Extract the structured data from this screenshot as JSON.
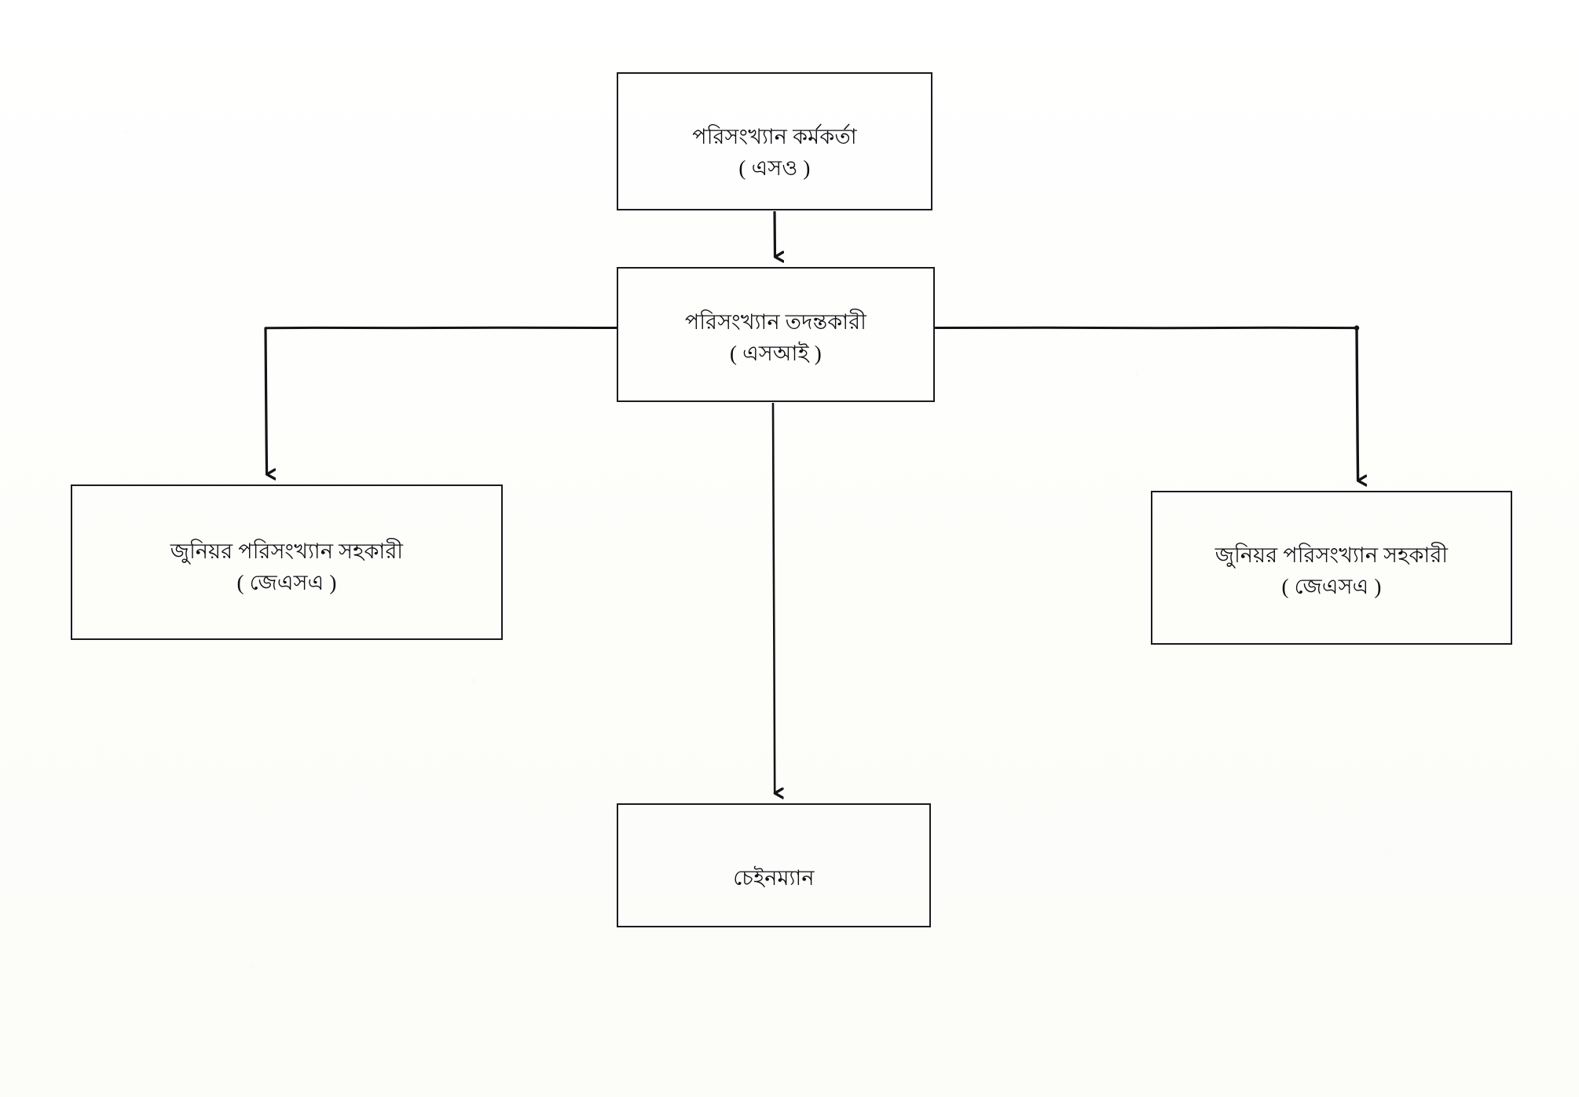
{
  "diagram": {
    "type": "organizational-chart",
    "title": "",
    "orientation": "top-down",
    "language": "Bengali",
    "line_color": "#1a1a1f",
    "background_color": "#fdfdfb",
    "nodes": [
      {
        "id": "so",
        "title": "পরিসংখ্যান কর্মকর্তা",
        "abbr": "( এসও )",
        "level": 0
      },
      {
        "id": "si",
        "title": "পরিসংখ্যান তদন্তকারী",
        "abbr": "( এসআই )",
        "level": 1
      },
      {
        "id": "jsa-left",
        "title": "জুনিয়র পরিসংখ্যান সহকারী",
        "abbr": "( জেএসএ )",
        "level": 2
      },
      {
        "id": "jsa-right",
        "title": "জুনিয়র পরিসংখ্যান সহকারী",
        "abbr": "( জেএসএ )",
        "level": 2
      },
      {
        "id": "chainman",
        "title": "চেইনম্যান",
        "abbr": "",
        "level": 2
      }
    ],
    "edges": [
      {
        "id": "so-to-si",
        "from": "so",
        "to": "si",
        "style": "straight-down",
        "arrow": "down"
      },
      {
        "id": "si-to-jsa-left",
        "from": "si",
        "to": "jsa-left",
        "style": "elbow-left",
        "arrow": "down"
      },
      {
        "id": "si-to-jsa-right",
        "from": "si",
        "to": "jsa-right",
        "style": "elbow-right",
        "arrow": "down"
      },
      {
        "id": "si-to-chainman",
        "from": "si",
        "to": "chainman",
        "style": "straight-down",
        "arrow": "down"
      }
    ]
  }
}
